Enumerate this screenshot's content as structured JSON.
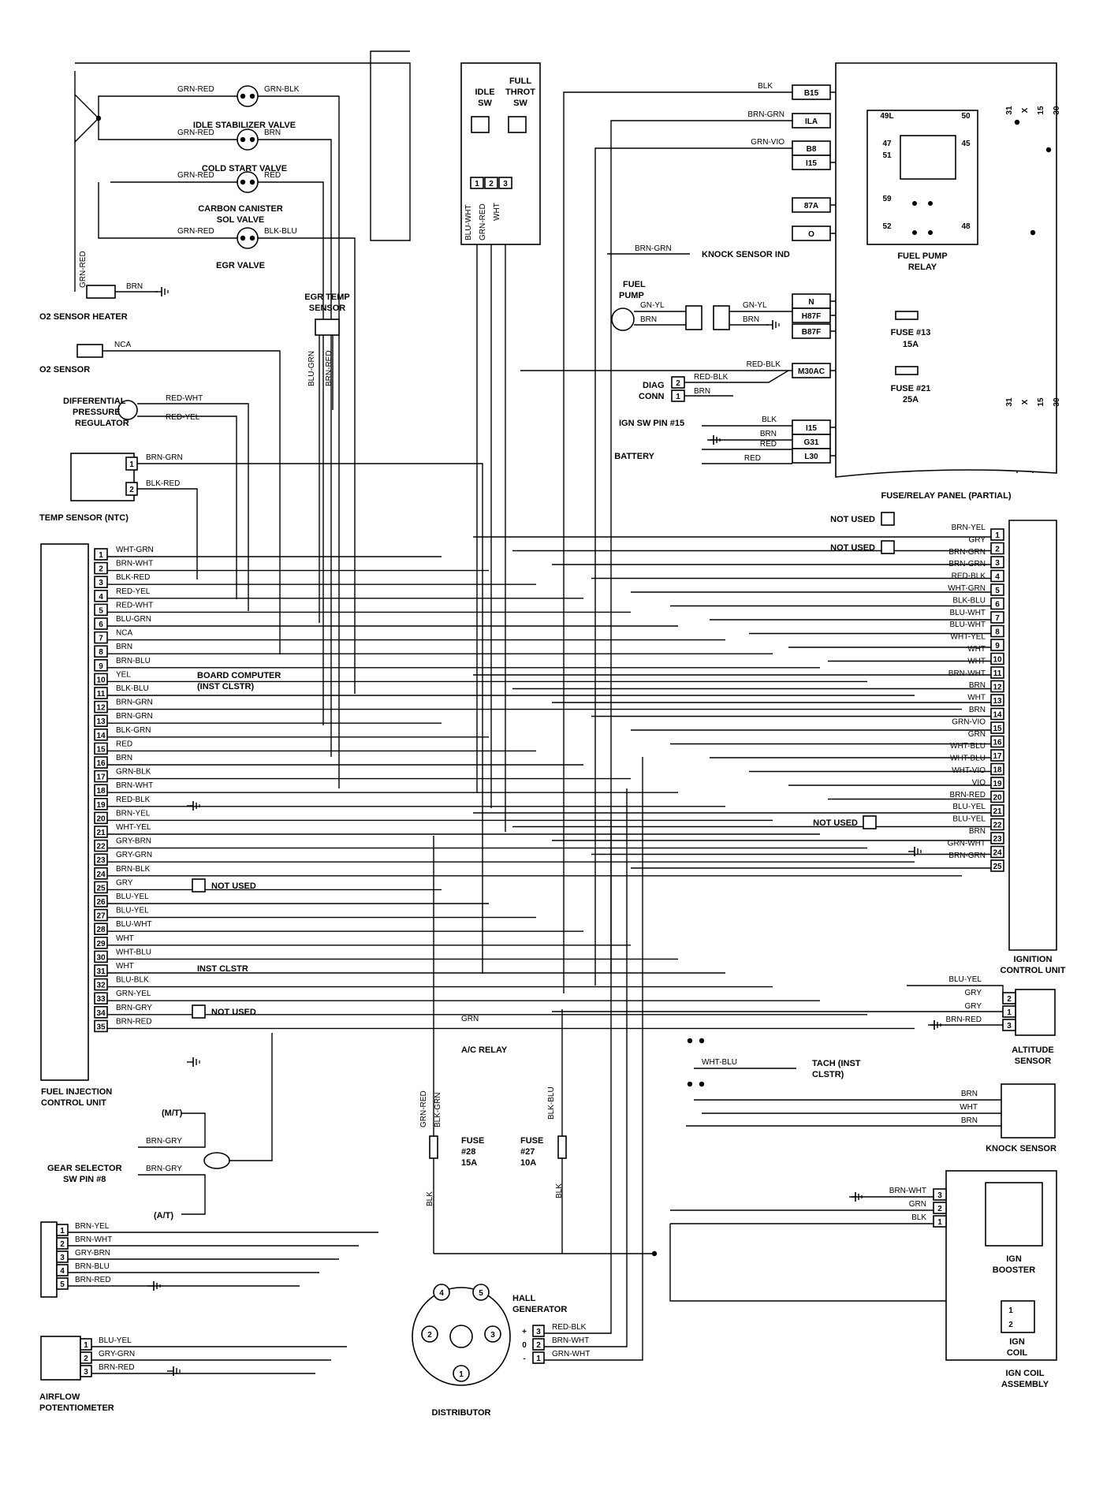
{
  "components": {
    "idle_stabilizer_valve": "IDLE STABILIZER VALVE",
    "cold_start_valve": "COLD START VALVE",
    "carbon_canister_l1": "CARBON CANISTER",
    "carbon_canister_l2": "SOL VALVE",
    "egr_valve": "EGR VALVE",
    "o2_sensor_heater": "O2 SENSOR HEATER",
    "o2_sensor": "O2 SENSOR",
    "dpr_l1": "DIFFERENTIAL",
    "dpr_l2": "PRESSURE",
    "dpr_l3": "REGULATOR",
    "temp_sensor": "TEMP SENSOR (NTC)",
    "egr_temp_l1": "EGR TEMP",
    "egr_temp_l2": "SENSOR",
    "idle_sw_l1": "IDLE",
    "idle_sw_l2": "SW",
    "full_throt_l1": "FULL",
    "full_throt_l2": "THROT",
    "full_throt_l3": "SW",
    "knock_sensor_ind": "KNOCK SENSOR IND",
    "fuel_pump_l1": "FUEL",
    "fuel_pump_l2": "PUMP",
    "diag_l1": "DIAG",
    "diag_l2": "CONN",
    "ign_sw_pin": "IGN SW PIN #15",
    "battery": "BATTERY",
    "fuel_pump_relay_l1": "FUEL PUMP",
    "fuel_pump_relay_l2": "RELAY",
    "fuse13_l1": "FUSE #13",
    "fuse13_l2": "15A",
    "fuse21_l1": "FUSE #21",
    "fuse21_l2": "25A",
    "fuse_relay_panel": "FUSE/RELAY PANEL (PARTIAL)",
    "not_used": "NOT USED",
    "icu_l1": "IGNITION",
    "icu_l2": "CONTROL UNIT",
    "board_computer_l1": "BOARD COMPUTER",
    "board_computer_l2": "(INST CLSTR)",
    "inst_clstr": "INST CLSTR",
    "ac_relay": "A/C RELAY",
    "fici_l1": "FUEL INJECTION",
    "fici_l2": "CONTROL UNIT",
    "mt": "(M/T)",
    "at": "(A/T)",
    "gear_sel_l1": "GEAR SELECTOR",
    "gear_sel_l2": "SW PIN #8",
    "fuse28_l1": "FUSE",
    "fuse28_l2": "#28",
    "fuse28_l3": "15A",
    "fuse27_l1": "FUSE",
    "fuse27_l2": "#27",
    "fuse27_l3": "10A",
    "tach_l1": "TACH (INST",
    "tach_l2": "CLSTR)",
    "altitude_l1": "ALTITUDE",
    "altitude_l2": "SENSOR",
    "knock_sensor": "KNOCK SENSOR",
    "hall_l1": "HALL",
    "hall_l2": "GENERATOR",
    "distributor": "DISTRIBUTOR",
    "airflow_l1": "AIRFLOW",
    "airflow_l2": "POTENTIOMETER",
    "ign_booster_l1": "IGN",
    "ign_booster_l2": "BOOSTER",
    "ign_coil_l1": "IGN",
    "ign_coil_l2": "COIL",
    "ign_coil_asm_l1": "IGN COIL",
    "ign_coil_asm_l2": "ASSEMBLY"
  },
  "panel_terminals": [
    "B15",
    "ILA",
    "B8",
    "I15",
    "87A",
    "O",
    "N",
    "H87F",
    "B87F",
    "M30AC",
    "I15",
    "G31",
    "L30"
  ],
  "relay_terminals": [
    "49L",
    "50",
    "47",
    "51",
    "45",
    "59",
    "52",
    "48"
  ],
  "panel_bus": [
    "31",
    "X",
    "15",
    "30"
  ],
  "fici_pins": [
    "1",
    "2",
    "3",
    "4",
    "5",
    "6",
    "7",
    "8",
    "9",
    "10",
    "11",
    "12",
    "13",
    "14",
    "15",
    "16",
    "17",
    "18",
    "19",
    "20",
    "21",
    "22",
    "23",
    "24",
    "25",
    "26",
    "27",
    "28",
    "29",
    "30",
    "31",
    "32",
    "33",
    "34",
    "35"
  ],
  "fici_wires": [
    "WHT-GRN",
    "BRN-WHT",
    "BLK-RED",
    "RED-YEL",
    "RED-WHT",
    "BLU-GRN",
    "NCA",
    "BRN",
    "BRN-BLU",
    "YEL",
    "BLK-BLU",
    "BRN-GRN",
    "BRN-GRN",
    "BLK-GRN",
    "RED",
    "BRN",
    "GRN-BLK",
    "BRN-WHT",
    "RED-BLK",
    "BRN-YEL",
    "WHT-YEL",
    "GRY-BRN",
    "GRY-GRN",
    "BRN-BLK",
    "GRY",
    "BLU-YEL",
    "BLU-YEL",
    "BLU-WHT",
    "WHT",
    "WHT-BLU",
    "WHT",
    "BLU-BLK",
    "GRN-YEL",
    "BRN-GRY",
    "BRN-RED"
  ],
  "icu_pins": [
    "1",
    "2",
    "3",
    "4",
    "5",
    "6",
    "7",
    "8",
    "9",
    "10",
    "11",
    "12",
    "13",
    "14",
    "15",
    "16",
    "17",
    "18",
    "19",
    "20",
    "21",
    "22",
    "23",
    "24",
    "25"
  ],
  "icu_wires": [
    "BRN-YEL",
    "GRY",
    "BRN-GRN",
    "BRN-GRN",
    "RED-BLK",
    "WHT-GRN",
    "BLK-BLU",
    "BLU-WHT",
    "BLU-WHT",
    "WHT-YEL",
    "WHT",
    "WHT",
    "BRN-WHT",
    "BRN",
    "WHT",
    "BRN",
    "GRN-VIO",
    "GRN",
    "WHT-BLU",
    "WHT-BLU",
    "WHT-VIO",
    "VIO",
    "BRN-RED",
    "BLU-YEL",
    "BLU-YEL",
    "BRN",
    "GRN-WHT",
    "BRN-GRN"
  ],
  "wire_labels": {
    "grn_red": "GRN-RED",
    "grn_blk": "GRN-BLK",
    "brn": "BRN",
    "red": "RED",
    "blk_blu": "BLK-BLU",
    "nca": "NCA",
    "red_wht": "RED-WHT",
    "red_yel": "RED-YEL",
    "brn_grn": "BRN-GRN",
    "blk_red": "BLK-RED",
    "blu_grn": "BLU-GRN",
    "brn_red": "BRN-RED",
    "blu_wht": "BLU-WHT",
    "wht": "WHT",
    "blk": "BLK",
    "grn_vio": "GRN-VIO",
    "gn_yl": "GN-YL",
    "red_blk": "RED-BLK",
    "grn": "GRN",
    "blk_grn": "BLK-GRN",
    "blk_blu2": "BLK-BLU",
    "wht_blu": "WHT-BLU",
    "brn_gry": "BRN-GRY",
    "brn_yel": "BRN-YEL",
    "brn_wht": "BRN-WHT",
    "gry_brn": "GRY-BRN",
    "brn_blu": "BRN-BLU",
    "blu_yel": "BLU-YEL",
    "gry_grn": "GRY-GRN",
    "grn_wht": "GRN-WHT",
    "blu_yel2": "BLU-YEL",
    "gry": "GRY"
  },
  "small_pins": {
    "one": "1",
    "two": "2",
    "three": "3",
    "four": "4",
    "five": "5",
    "plus": "+",
    "zero": "0",
    "minus": "-"
  }
}
